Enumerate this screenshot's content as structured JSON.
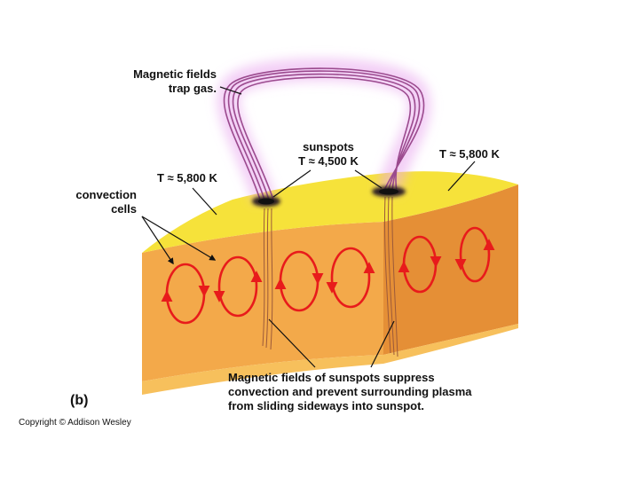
{
  "labels": {
    "magnetic_trap_line1": "Magnetic fields",
    "magnetic_trap_line2": "trap gas.",
    "sunspots_line1": "sunspots",
    "sunspots_line2": "T ≈ 4,500 K",
    "temp_left": "T ≈ 5,800 K",
    "temp_right": "T ≈ 5,800 K",
    "convection_line1": "convection",
    "convection_line2": "cells",
    "suppress_line1": "Magnetic fields of sunspots suppress",
    "suppress_line2": "convection and prevent surrounding plasma",
    "suppress_line3": "from sliding sideways into sunspot.",
    "panel": "(b)",
    "copyright": "Copyright © Addison Wesley"
  },
  "colors": {
    "surface": "#f6e23a",
    "interior": "#f3a94a",
    "interior_dark": "#e58f36",
    "convection_arrow": "#e81b1b",
    "magnetic_loop": "#9b4a8e",
    "magnetic_glow": "#e9a8ee",
    "sunspot": "#2b1d24"
  }
}
